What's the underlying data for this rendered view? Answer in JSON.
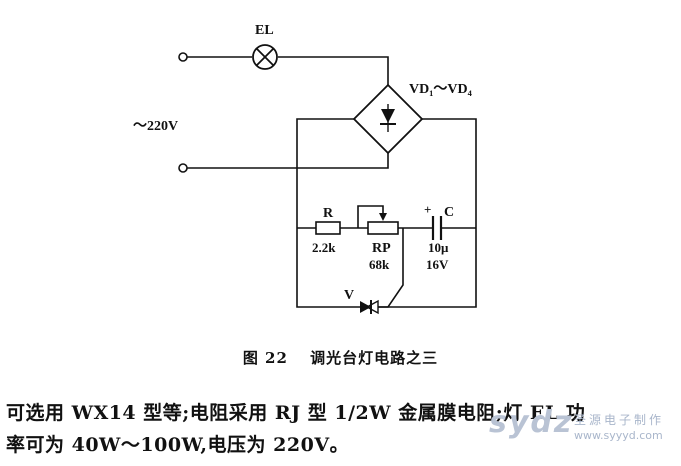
{
  "diagram": {
    "labels": {
      "lamp": "EL",
      "bridge": "VD₁～VD₄",
      "supply": "～220V",
      "resistor_name": "R",
      "resistor_value": "2.2k",
      "pot_name": "RP",
      "pot_value": "68k",
      "cap_polarity": "+",
      "cap_name": "C",
      "cap_value": "10μ",
      "cap_voltage": "16V",
      "diac": "V"
    }
  },
  "caption": {
    "figure_no": "图 22",
    "title": "调光台灯电路之三"
  },
  "body": {
    "line1": "可选用 WX14 型等;电阻采用 RJ 型 1/2W 金属膜电阻;灯 EL 功",
    "line2": "率可为 40W～100W,电压为 220V。"
  },
  "watermark": {
    "logo": "sydz",
    "name": "圣源电子制作",
    "url": "www.syyyd.com"
  },
  "colors": {
    "ink": "#111111",
    "watermark": "#b9c3d4"
  }
}
